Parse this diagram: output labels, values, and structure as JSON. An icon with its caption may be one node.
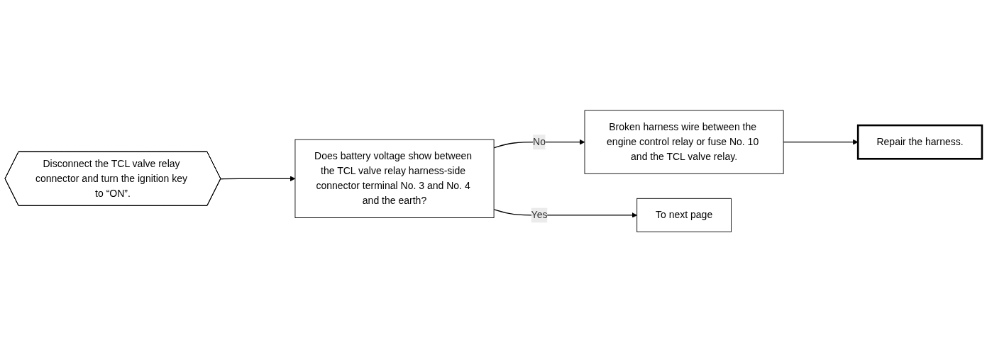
{
  "diagram": {
    "nodes": [
      {
        "text": [
          "Disconnect the TCL valve relay connector and turn the ignition key to “ON”."
        ]
      },
      {
        "text": [
          "Does battery voltage show between the TCL valve relay harness-side connector terminal No. 3 and No. 4 and the earth?"
        ]
      },
      {
        "text": [
          "Broken harness wire between the engine control relay or fuse No. 10 and the TCL valve relay."
        ]
      },
      {
        "text": [
          "Repair the harness."
        ]
      },
      {
        "text": [
          "To next page"
        ]
      }
    ],
    "edges": [
      {
        "from": 0,
        "to": 1,
        "arrow": "to"
      },
      {
        "from": 1,
        "to": 2,
        "arrow": "to",
        "label": "No"
      },
      {
        "from": 2,
        "to": 3,
        "arrow": "to"
      },
      {
        "from": 1,
        "to": 4,
        "arrow": "to",
        "label": "Yes"
      }
    ]
  }
}
